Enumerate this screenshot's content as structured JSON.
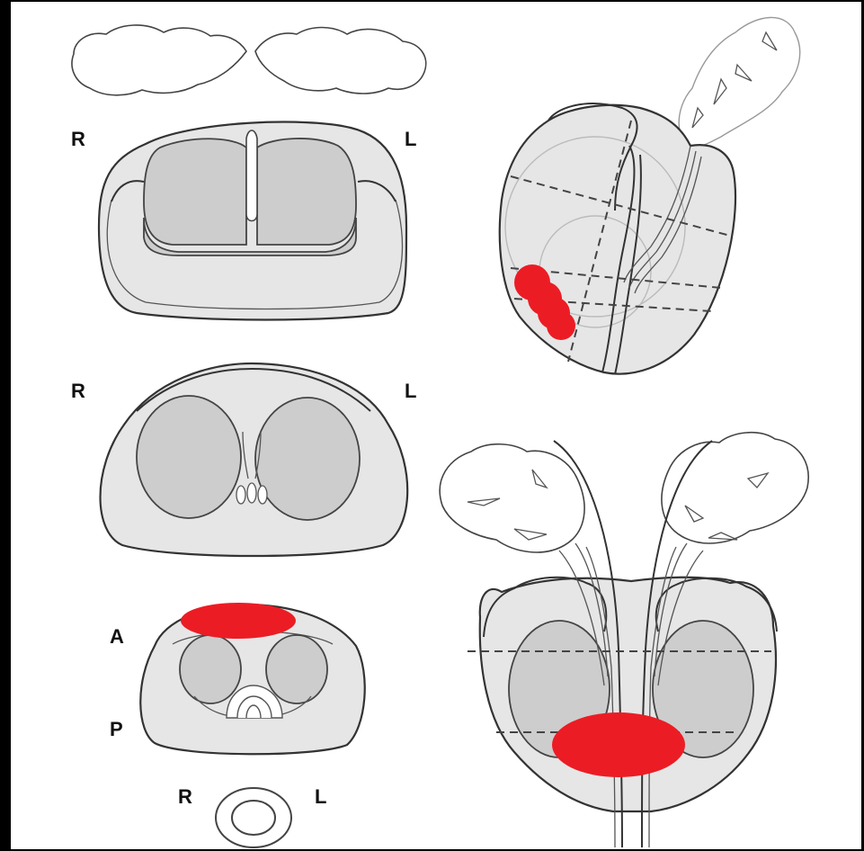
{
  "labels": {
    "base_right": "R",
    "base_left": "L",
    "mid_right": "R",
    "mid_left": "L",
    "apex_anterior": "A",
    "apex_posterior": "P",
    "urethra_right": "R",
    "urethra_left": "L"
  },
  "colors": {
    "lesion": "#ec1c24",
    "gland_fill": "#e6e6e6",
    "zone_fill": "#cdcdcd",
    "outline": "#333333",
    "background": "#ffffff",
    "frame": "#000000"
  }
}
